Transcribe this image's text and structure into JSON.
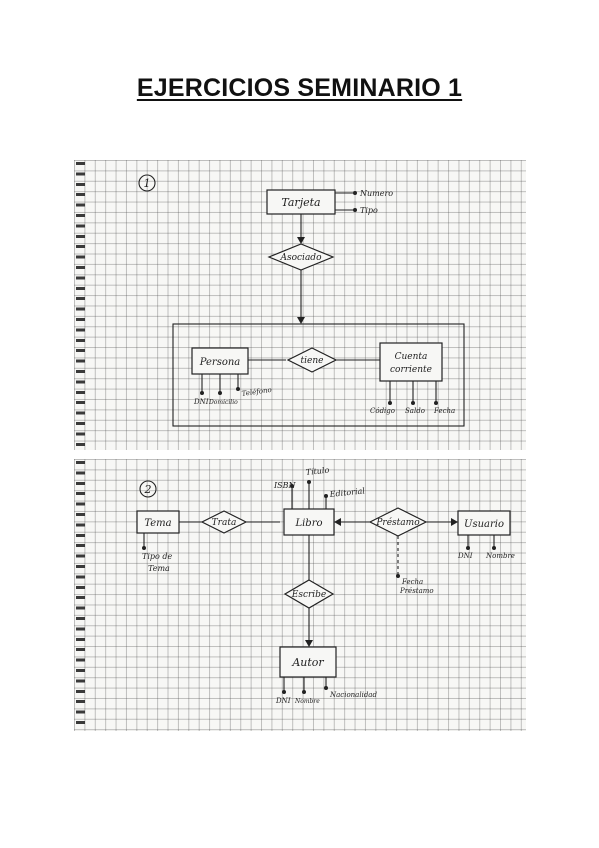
{
  "title": "EJERCICIOS SEMINARIO 1",
  "diagram1": {
    "number": "1",
    "tarjeta": "Tarjeta",
    "numero": "Numero",
    "tipo": "Tipo",
    "asociado": "Asociado",
    "persona": "Persona",
    "tiene": "tiene",
    "cuenta_line1": "Cuenta",
    "cuenta_line2": "corriente",
    "dni": "DNI",
    "domicilio": "Domicilio",
    "telefono": "Teléfono",
    "codigo": "Código",
    "saldo": "Saldo",
    "fecha": "Fecha"
  },
  "diagram2": {
    "number": "2",
    "tema": "Tema",
    "trata": "Trata",
    "libro": "Libro",
    "isbn": "ISBN",
    "titulo": "Título",
    "editorial": "Editorial",
    "prestamo": "Préstamo",
    "usuario": "Usuario",
    "tipo_tema_line1": "Tipo de",
    "tipo_tema_line2": "Tema",
    "dni": "DNI",
    "nombre": "Nombre",
    "fecha_line1": "Fecha",
    "fecha_line2": "Préstamo",
    "escribe": "Escribe",
    "autor": "Autor",
    "autor_dni": "DNI",
    "autor_nombre": "Nombre",
    "nacionalidad": "Nacionalidad"
  }
}
